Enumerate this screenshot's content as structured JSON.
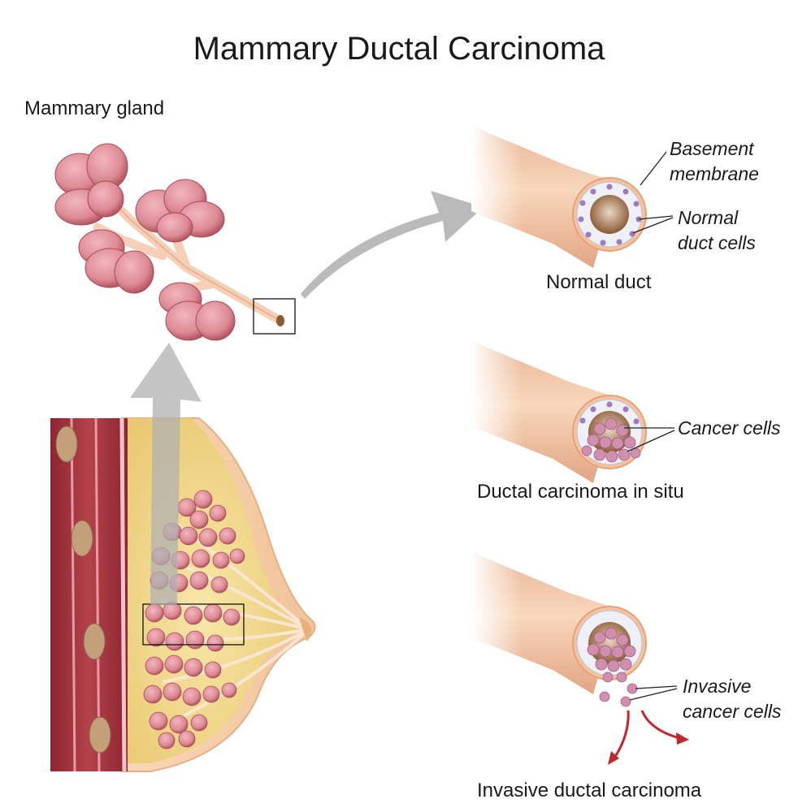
{
  "title": "Mammary Ductal Carcinoma",
  "labels": {
    "mammary_gland": "Mammary gland",
    "normal_duct": "Normal duct",
    "ductal_carcinoma_in_situ": "Ductal carcinoma in situ",
    "invasive_ductal_carcinoma": "Invasive ductal carcinoma"
  },
  "annotations": {
    "basement_membrane_1": "Basement",
    "basement_membrane_2": "membrane",
    "normal_duct_cells_1": "Normal",
    "normal_duct_cells_2": "duct cells",
    "cancer_cells": "Cancer cells",
    "invasive_cancer_cells_1": "Invasive",
    "invasive_cancer_cells_2": "cancer cells"
  },
  "colors": {
    "lobule": "#d9838d",
    "lobule_dark": "#b0505e",
    "duct": "#f2c9a8",
    "fat": "#f3dc8c",
    "muscle": "#a8353d",
    "arrow": "#b3b3b3",
    "cancer_cell": "#c98aa8",
    "invasion_arrow": "#c4262e"
  }
}
